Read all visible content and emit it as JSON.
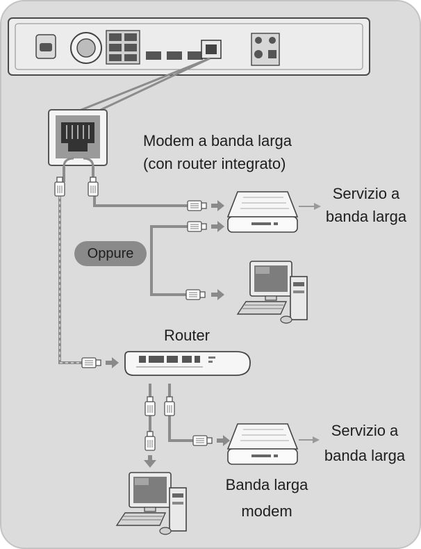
{
  "labels": {
    "modem_router_line1": "Modem a banda larga",
    "modem_router_line2": "(con router integrato)",
    "service_top_line1": "Servizio a",
    "service_top_line2": "banda larga",
    "oppure": "Oppure",
    "router": "Router",
    "service_bottom_line1": "Servizio a",
    "service_bottom_line2": "banda larga",
    "modem_line1": "Banda larga",
    "modem_line2": "modem"
  },
  "colors": {
    "background": "#dcdcdc",
    "cable": "#8c8c8c",
    "arrow": "#8a8a8a",
    "device_body": "#f4f4f4",
    "outline": "#4a4a4a"
  },
  "icons": [
    "player-back-panel-icon",
    "lan-port-icon",
    "modem-icon",
    "computer-icon",
    "router-icon",
    "lan-plug-icon",
    "arrow-right-icon"
  ]
}
